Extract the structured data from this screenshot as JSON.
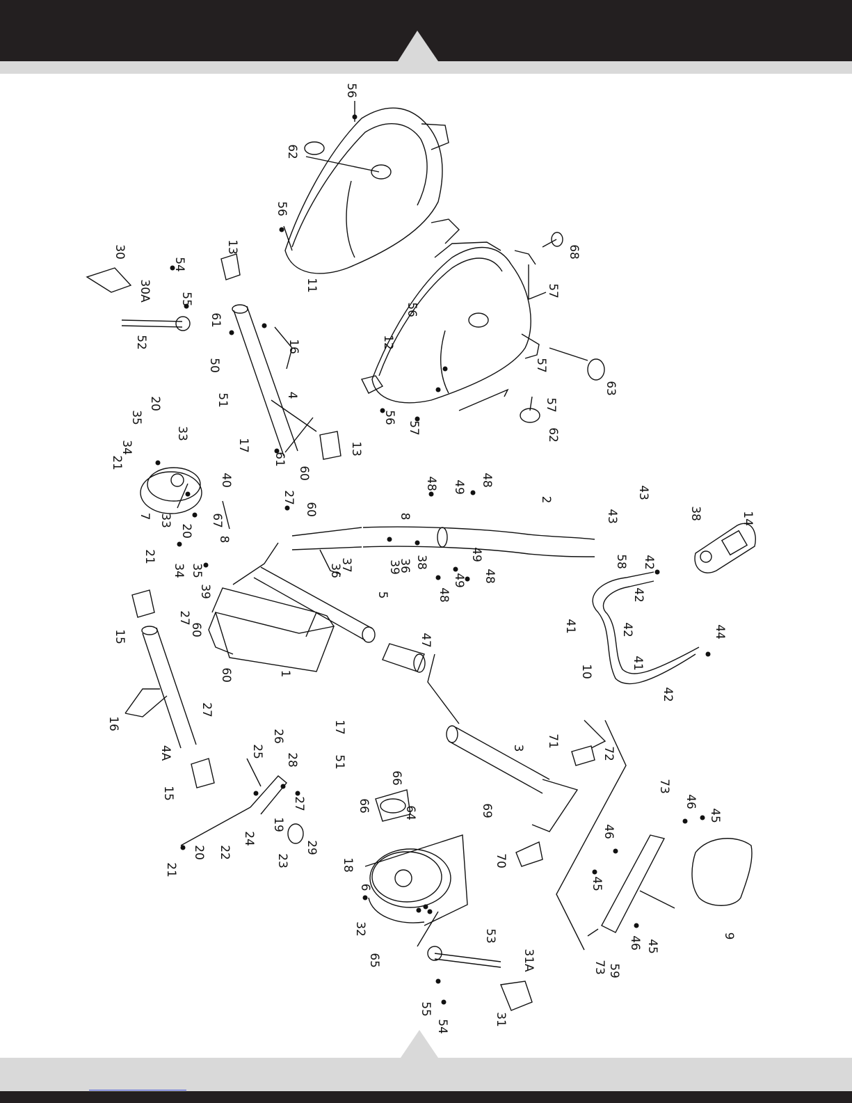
{
  "diagram": {
    "part_labels": [
      "1",
      "2",
      "3",
      "4",
      "4A",
      "5",
      "6",
      "7",
      "8",
      "9",
      "10",
      "11",
      "12",
      "13",
      "14",
      "15",
      "16",
      "17",
      "18",
      "19",
      "20",
      "21",
      "22",
      "23",
      "24",
      "25",
      "26",
      "27",
      "28",
      "29",
      "30",
      "30A",
      "31",
      "31A",
      "32",
      "33",
      "34",
      "35",
      "36",
      "37",
      "38",
      "39",
      "40",
      "41",
      "42",
      "43",
      "44",
      "45",
      "46",
      "47",
      "48",
      "49",
      "50",
      "51",
      "52",
      "53",
      "54",
      "55",
      "56",
      "57",
      "58",
      "59",
      "60",
      "61",
      "62",
      "63",
      "64",
      "65",
      "66",
      "67",
      "68",
      "69",
      "70",
      "71",
      "72",
      "73"
    ]
  },
  "colors": {
    "header_dark": "#231f20",
    "strip_gray": "#d9d9d9",
    "line": "#111111",
    "link_blue": "#3b4bd8"
  }
}
